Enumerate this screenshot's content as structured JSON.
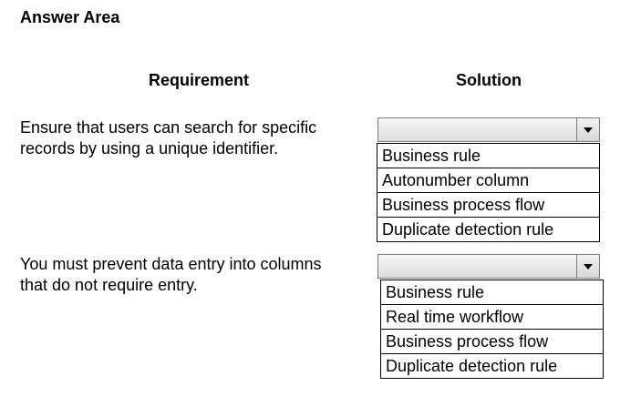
{
  "title": "Answer Area",
  "headers": {
    "requirement": "Requirement",
    "solution": "Solution"
  },
  "rows": [
    {
      "requirement_lines": [
        "Ensure that users can search for specific",
        "records by using a unique identifier."
      ],
      "selected": "",
      "options": [
        "Business rule",
        "Autonumber column",
        "Business process flow",
        "Duplicate detection rule"
      ]
    },
    {
      "requirement_lines": [
        "You must prevent data entry into columns",
        "that do not require entry."
      ],
      "selected": "",
      "options": [
        "Business rule",
        "Real time workflow",
        "Business process flow",
        "Duplicate detection rule"
      ]
    }
  ]
}
